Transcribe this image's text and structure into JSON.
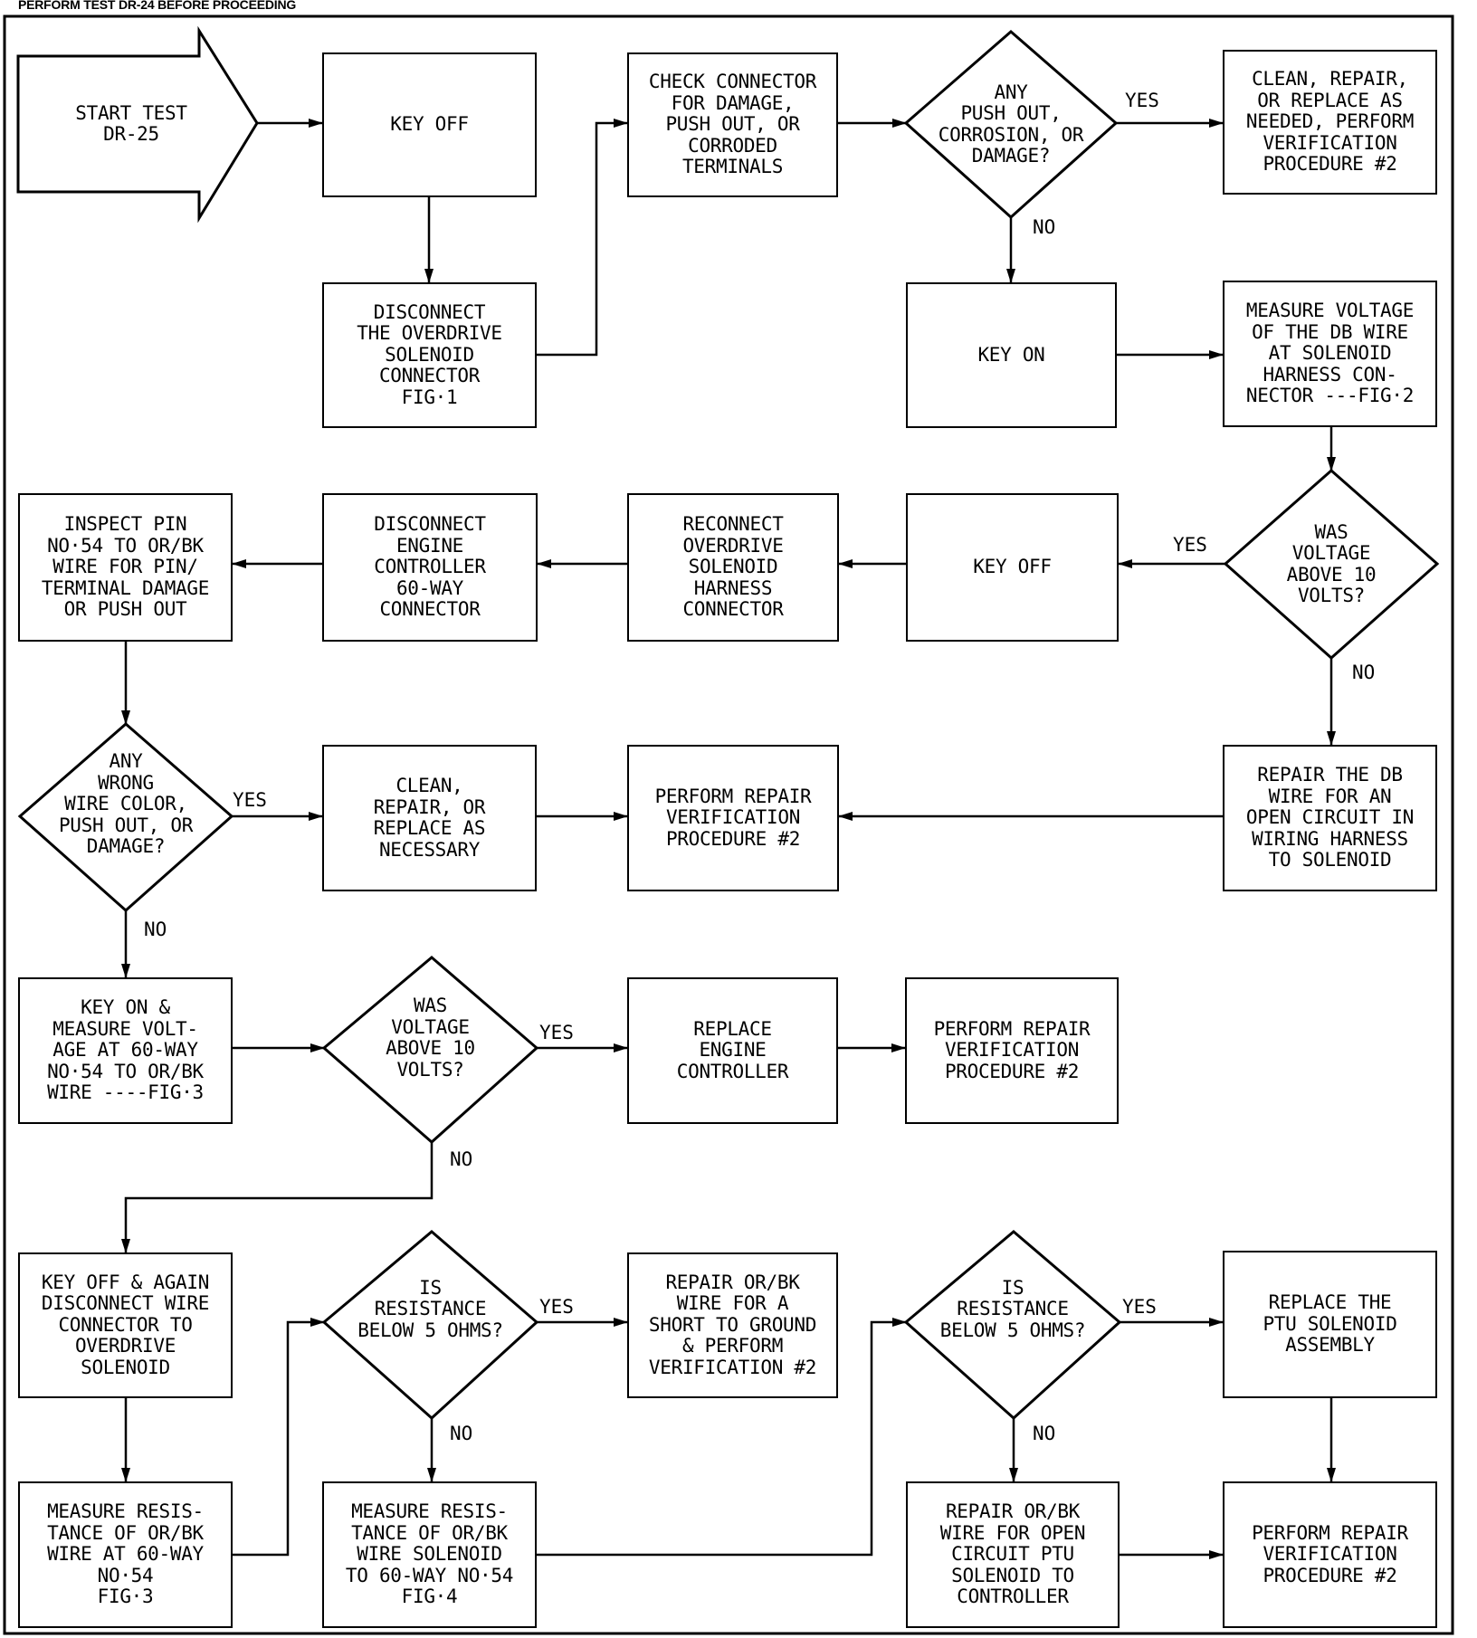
{
  "header": "PERFORM TEST DR-24 BEFORE PROCEEDING",
  "nodes": {
    "start": "START TEST\nDR-25",
    "key_off_1": "KEY OFF",
    "disconnect_od": "DISCONNECT\nTHE OVERDRIVE\nSOLENOID\nCONNECTOR\nFIG·1",
    "check_connector": "CHECK CONNECTOR\nFOR DAMAGE,\nPUSH OUT, OR\nCORRODED\nTERMINALS",
    "any_pushout_1": "ANY\nPUSH OUT,\nCORROSION, OR\nDAMAGE?",
    "clean_repair_1": "CLEAN, REPAIR,\nOR REPLACE AS\nNEEDED, PERFORM\nVERIFICATION\nPROCEDURE #2",
    "key_on_1": "KEY ON",
    "measure_db": "MEASURE VOLTAGE\nOF THE DB WIRE\nAT SOLENOID\nHARNESS CON-\nNECTOR ---FIG·2",
    "was_voltage_1": "WAS\nVOLTAGE\nABOVE 10\nVOLTS?",
    "key_off_2": "KEY OFF",
    "reconnect": "RECONNECT\nOVERDRIVE\nSOLENOID\nHARNESS\nCONNECTOR",
    "disconnect_ec": "DISCONNECT\nENGINE\nCONTROLLER\n60-WAY\nCONNECTOR",
    "inspect_pin": "INSPECT PIN\nNO·54 TO OR/BK\nWIRE FOR PIN/\nTERMINAL DAMAGE\nOR PUSH OUT",
    "any_wrong": "ANY\nWRONG\nWIRE COLOR,\nPUSH OUT, OR\nDAMAGE?",
    "clean_repair_2": "CLEAN,\nREPAIR, OR\nREPLACE AS\nNECESSARY",
    "perform_1": "PERFORM REPAIR\nVERIFICATION\nPROCEDURE #2",
    "repair_db": "REPAIR THE DB\nWIRE FOR AN\nOPEN CIRCUIT IN\nWIRING HARNESS\nTO SOLENOID",
    "key_on_measure": "KEY ON &\nMEASURE VOLT-\nAGE AT 60-WAY\nNO·54 TO OR/BK\nWIRE ----FIG·3",
    "was_voltage_2": "WAS\nVOLTAGE\nABOVE 10\nVOLTS?",
    "replace_ec": "REPLACE\nENGINE\nCONTROLLER",
    "perform_2": "PERFORM REPAIR\nVERIFICATION\nPROCEDURE #2",
    "key_off_again": "KEY OFF & AGAIN\nDISCONNECT WIRE\nCONNECTOR TO\nOVERDRIVE\nSOLENOID",
    "is_res_1": "IS\nRESISTANCE\nBELOW 5 OHMS?",
    "repair_short": "REPAIR OR/BK\nWIRE FOR A\nSHORT TO GROUND\n& PERFORM\nVERIFICATION #2",
    "is_res_2": "IS\nRESISTANCE\nBELOW 5 OHMS?",
    "replace_ptu": "REPLACE THE\nPTU SOLENOID\nASSEMBLY",
    "measure_res_1": "MEASURE RESIS-\nTANCE OF OR/BK\nWIRE AT 60-WAY\nNO·54\nFIG·3",
    "measure_res_2": "MEASURE RESIS-\nTANCE OF OR/BK\nWIRE SOLENOID\nTO 60-WAY NO·54\nFIG·4",
    "repair_open": "REPAIR OR/BK\nWIRE FOR OPEN\nCIRCUIT PTU\nSOLENOID TO\nCONTROLLER",
    "perform_3": "PERFORM REPAIR\nVERIFICATION\nPROCEDURE #2"
  },
  "edge_labels": {
    "d1_yes": "YES",
    "d1_no": "NO",
    "d2_yes": "YES",
    "d2_no": "NO",
    "d3_yes": "YES",
    "d3_no": "NO",
    "d4_yes": "YES",
    "d4_no": "NO",
    "d5_yes": "YES",
    "d5_no": "NO",
    "d6_yes": "YES",
    "d6_no": "NO"
  }
}
